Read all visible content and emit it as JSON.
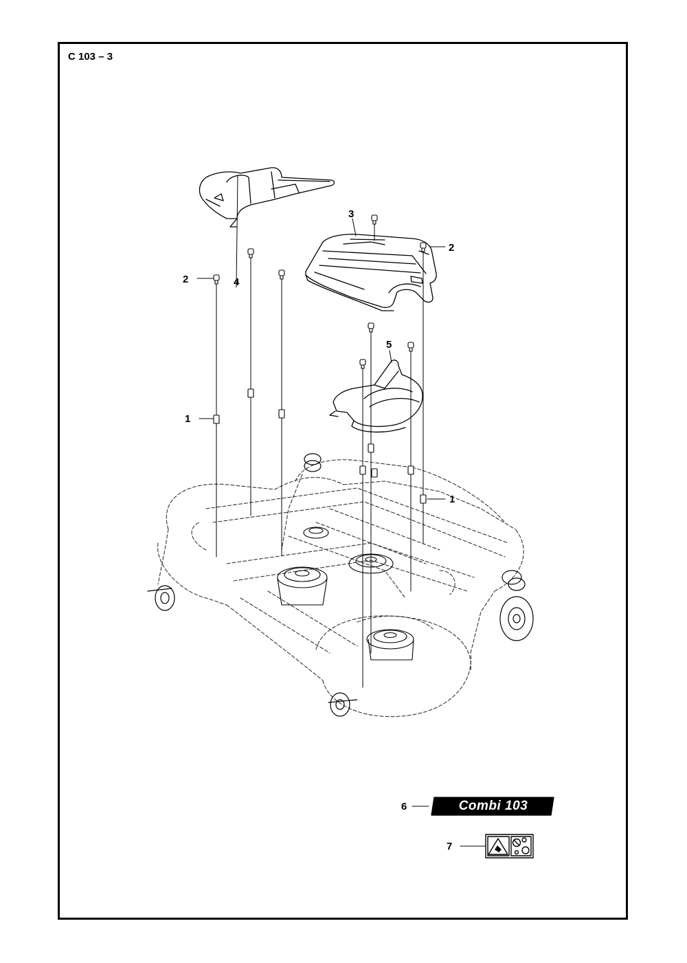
{
  "page": {
    "code": "C 103 – 3"
  },
  "callouts": {
    "c1_left": "1",
    "c1_right": "1",
    "c2_left": "2",
    "c2_right": "2",
    "c3": "3",
    "c4": "4",
    "c5": "5",
    "c6": "6",
    "c7": "7"
  },
  "decals": {
    "product_name": "Combi 103",
    "warning_icon": "warning-hand-blade-icon",
    "manual_icon": "read-manual-icon"
  },
  "colors": {
    "ink": "#000000",
    "paper": "#ffffff",
    "decal_fill": "#000000"
  }
}
